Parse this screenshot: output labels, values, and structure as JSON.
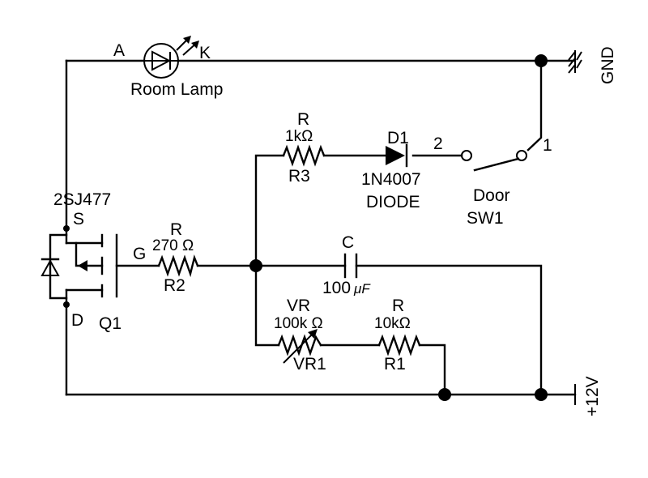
{
  "room_lamp": {
    "label": "Room Lamp",
    "anode": "A",
    "cathode": "K"
  },
  "gnd": {
    "label": "GND"
  },
  "supply": {
    "label": "+12V"
  },
  "r3": {
    "type": "R",
    "value": "1kΩ",
    "ref": "R3"
  },
  "d1": {
    "ref": "D1",
    "part": "1N4007",
    "desc": "DIODE"
  },
  "sw1": {
    "pin2": "2",
    "pin1": "1",
    "name": "Door",
    "ref": "SW1"
  },
  "q1": {
    "part": "2SJ477",
    "source": "S",
    "drain": "D",
    "gate": "G",
    "ref": "Q1"
  },
  "r2": {
    "type": "R",
    "value": "270 Ω",
    "ref": "R2"
  },
  "c1": {
    "type": "C",
    "value_num": "100",
    "value_unit": "μF"
  },
  "vr1": {
    "type": "VR",
    "value": "100k Ω",
    "ref": "VR1"
  },
  "r1": {
    "type": "R",
    "value": "10kΩ",
    "ref": "R1"
  }
}
